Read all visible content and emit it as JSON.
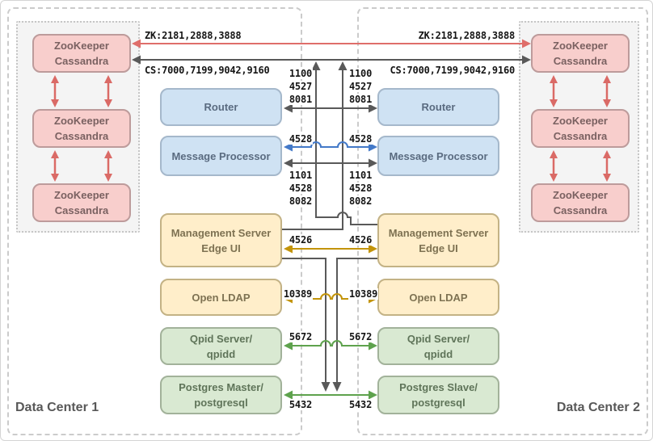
{
  "colors": {
    "zk_link": "#df6e6a",
    "cs_link": "#595959",
    "mgmt_link": "#595959",
    "mp_sync_link": "#4379c8",
    "gold_link": "#c3940a",
    "green_link": "#5ea24d",
    "cluster_arrow": "#da6a66"
  },
  "dc1": {
    "label": "Data Center 1",
    "cluster_nodes": [
      {
        "line1": "ZooKeeper",
        "line2": "Cassandra"
      },
      {
        "line1": "ZooKeeper",
        "line2": "Cassandra"
      },
      {
        "line1": "ZooKeeper",
        "line2": "Cassandra"
      }
    ],
    "components": [
      {
        "line1": "Router"
      },
      {
        "line1": "Message Processor"
      },
      {
        "line1": "Management Server",
        "line2": "Edge UI"
      },
      {
        "line1": "Open LDAP"
      },
      {
        "line1": "Qpid Server/",
        "line2": "qpidd"
      },
      {
        "line1": "Postgres Master/",
        "line2": "postgresql"
      }
    ]
  },
  "dc2": {
    "label": "Data Center 2",
    "cluster_nodes": [
      {
        "line1": "ZooKeeper",
        "line2": "Cassandra"
      },
      {
        "line1": "ZooKeeper",
        "line2": "Cassandra"
      },
      {
        "line1": "ZooKeeper",
        "line2": "Cassandra"
      }
    ],
    "components": [
      {
        "line1": "Router"
      },
      {
        "line1": "Message Processor"
      },
      {
        "line1": "Management Server",
        "line2": "Edge UI"
      },
      {
        "line1": "Open LDAP"
      },
      {
        "line1": "Qpid Server/",
        "line2": "qpidd"
      },
      {
        "line1": "Postgres Slave/",
        "line2": "postgresql"
      }
    ]
  },
  "links": {
    "zk_label": "ZK:2181,2888,3888",
    "cs_label": "CS:7000,7199,9042,9160",
    "router_ports": [
      "1100",
      "4527",
      "8081"
    ],
    "mp_sync_port": "4528",
    "mp_ports": [
      "1101",
      "4528",
      "8082"
    ],
    "ms_port": "4526",
    "ldap_port": "10389",
    "qpid_port": "5672",
    "postgres_port": "5432"
  }
}
